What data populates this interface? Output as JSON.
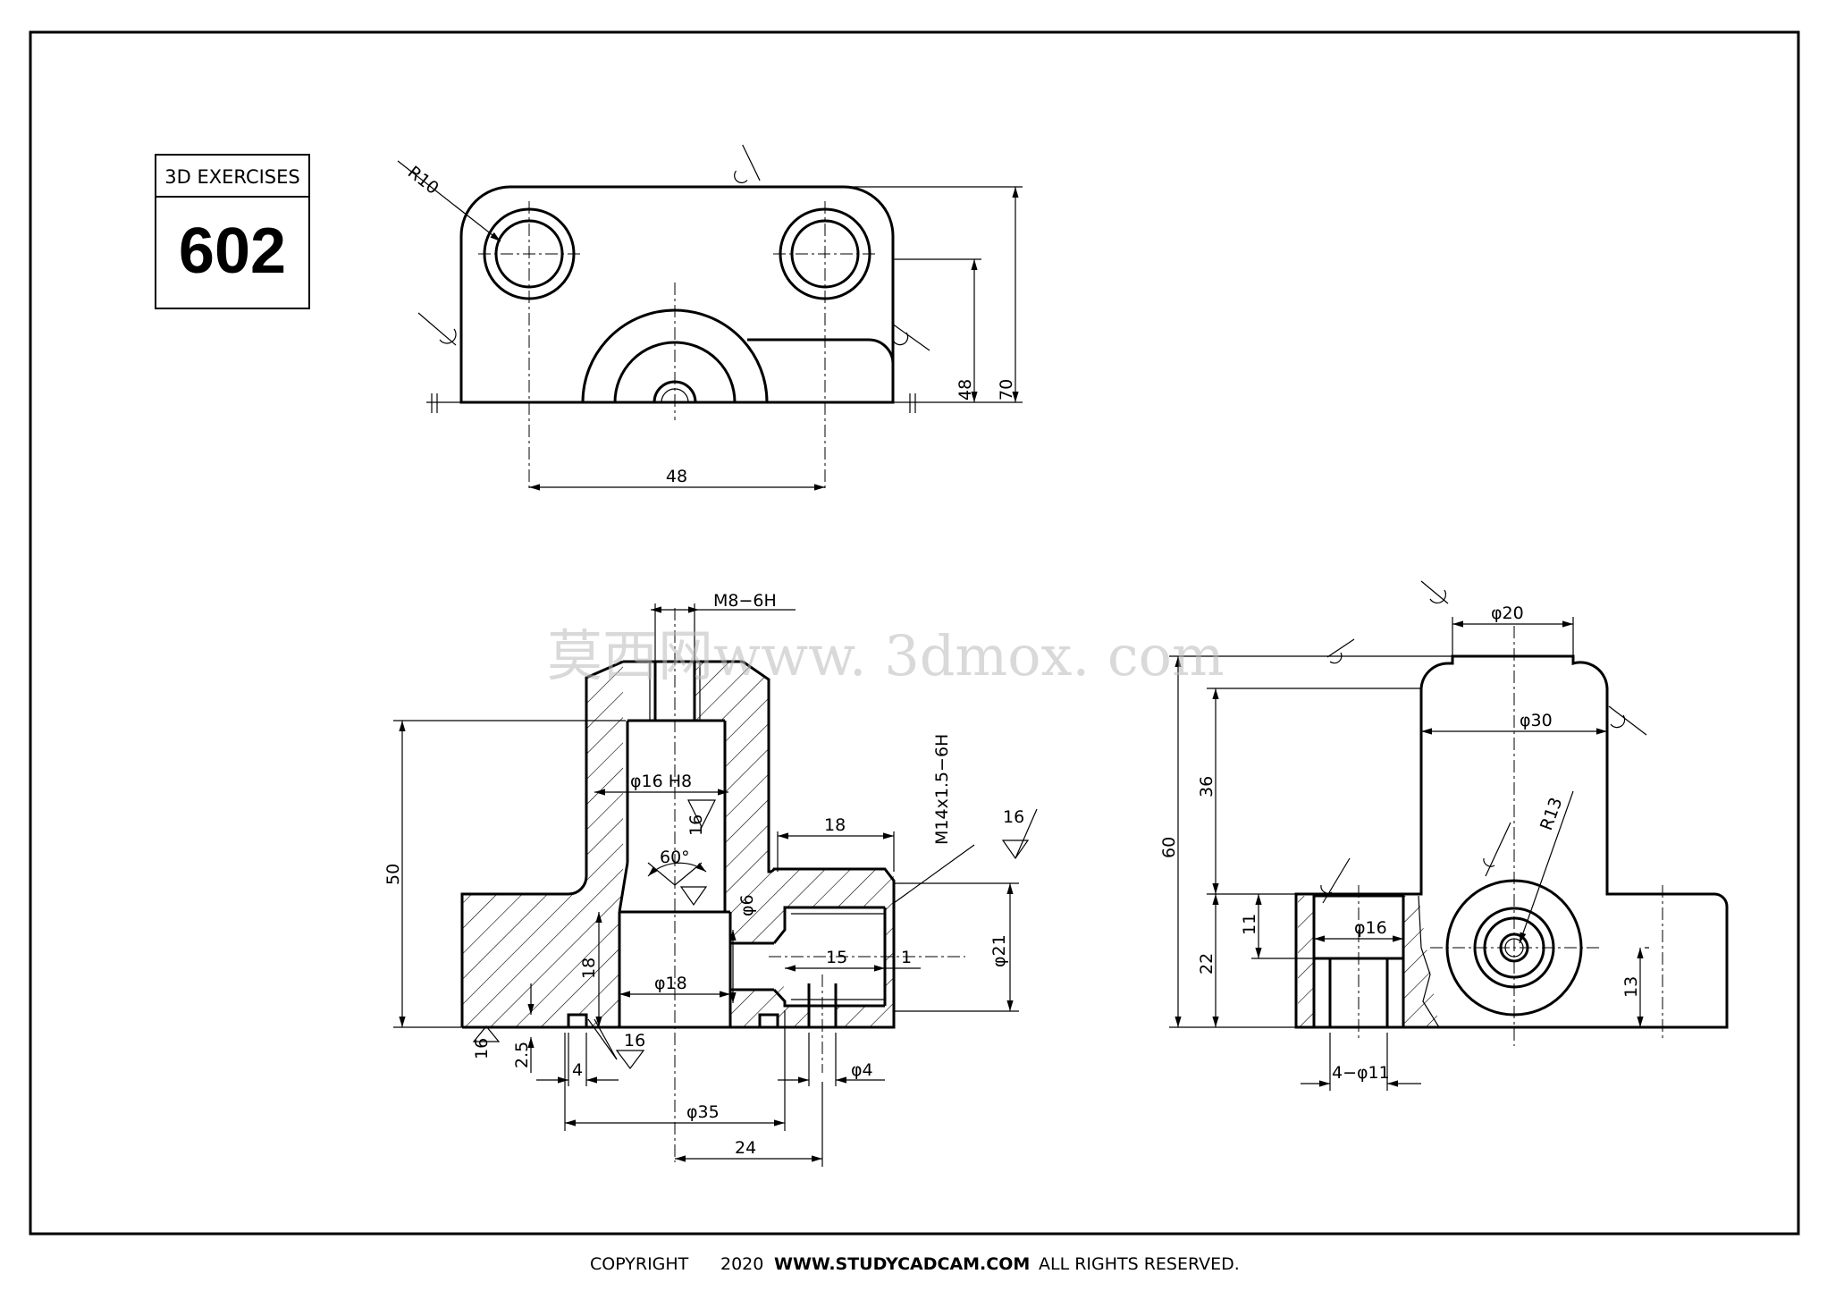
{
  "badge": {
    "label": "3D EXERCISES",
    "number": "602"
  },
  "watermark": "莫西网www. 3dmox. com",
  "footer": {
    "copyright": "COPYRIGHT",
    "year": "2020",
    "site": "WWW.STUDYCADCAM.COM",
    "rights": "ALL RIGHTS RESERVED."
  },
  "dims": {
    "top": {
      "r10": "R10",
      "d48v": "48",
      "d70": "70",
      "d48h": "48"
    },
    "front": {
      "m8": "M8−6H",
      "d16h8": "φ16  H8",
      "r16a": "16",
      "ang60": "60°",
      "d18": "18",
      "m14": "M14x1.5−6H",
      "r16b": "16",
      "d6": "φ6",
      "d15": "15",
      "d1": "1",
      "d21": "φ21",
      "d50": "50",
      "d18v": "18",
      "d18dia": "φ18",
      "d25": "2.5",
      "r16c": "16",
      "r16d": "16",
      "d4": "4",
      "d4dia": "φ4",
      "d35": "φ35",
      "d24": "24"
    },
    "side": {
      "d20": "φ20",
      "d30": "φ30",
      "r13": "R13",
      "d60": "60",
      "d36": "36",
      "d22": "22",
      "d11": "11",
      "d16": "φ16",
      "d13": "13",
      "d4x11": "4−φ11"
    }
  }
}
